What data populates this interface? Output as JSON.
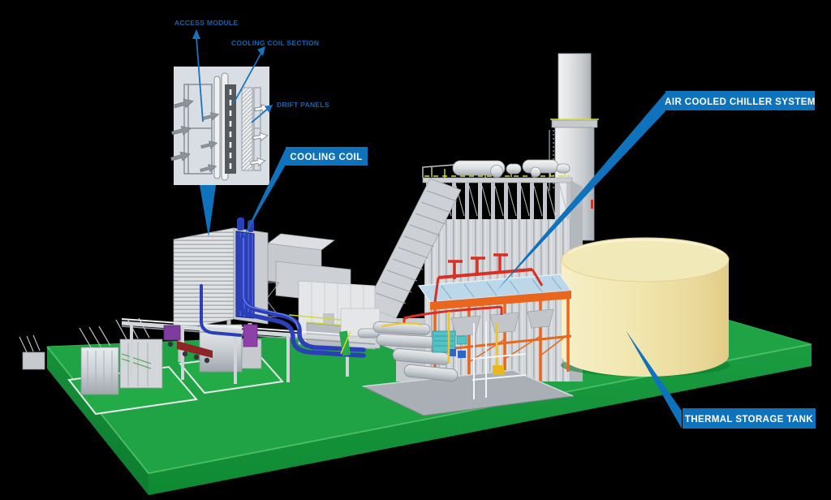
{
  "scene": {
    "title": "Turbine inlet air chilling plant 3D diagram",
    "background": "#000000"
  },
  "colors": {
    "callout_blue": "#0E72BC",
    "small_label_blue": "#1464AC",
    "label_text": "#FFFFFF",
    "platform_green_top": "#1FA344",
    "platform_green_front": "#128C36",
    "tank_cream": "#F0E4A8",
    "pipe_blue": "#2A3FB8",
    "steel_orange": "#E8661E",
    "pipe_red": "#D93025",
    "pipe_yellow": "#F2C51D",
    "structure_gray": "#D8DADC"
  },
  "inset": {
    "labels": {
      "access_module": "ACCESS MODULE",
      "cooling_coil_section": "COOLING COIL SECTION",
      "drift_panels": "DRIFT PANELS"
    }
  },
  "callouts": {
    "cooling_coil": "COOLING COIL",
    "air_cooled_chiller_system": "AIR COOLED CHILLER SYSTEM",
    "thermal_storage_tank": "THERMAL STORAGE TANK"
  }
}
